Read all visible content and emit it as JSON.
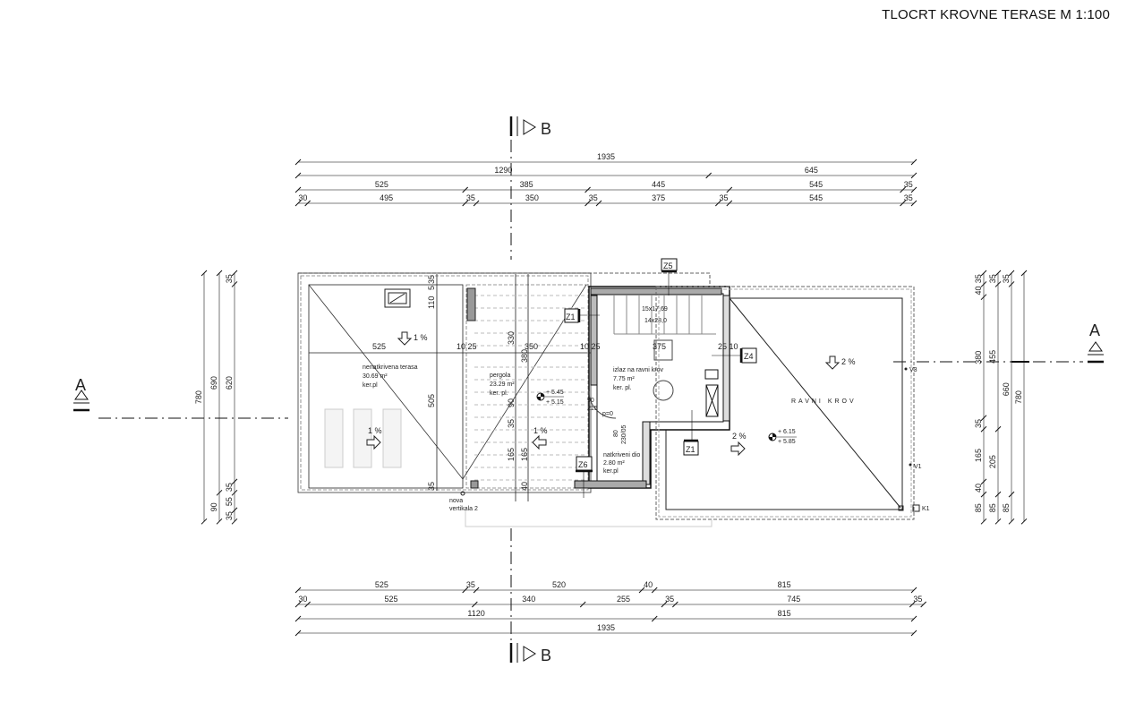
{
  "title": "TLOCRT KROVNE TERASE M 1:100",
  "section_marks": {
    "a": "A",
    "b": "B"
  },
  "dimensions": {
    "top": [
      [
        1935
      ],
      [
        1290,
        645
      ],
      [
        525,
        385,
        445,
        545,
        35
      ],
      [
        30,
        495,
        35,
        350,
        35,
        375,
        35,
        545,
        35
      ]
    ],
    "bottom": [
      [
        525,
        35,
        520,
        40,
        815
      ],
      [
        30,
        525,
        340,
        255,
        35,
        745,
        35
      ],
      [
        1120,
        815
      ],
      [
        1935
      ]
    ],
    "left": [
      [
        780
      ],
      [
        690,
        90
      ],
      [
        35,
        620,
        35,
        55,
        35
      ]
    ],
    "right": [
      [
        35,
        40,
        380,
        35,
        165,
        40,
        85
      ],
      [
        35,
        455,
        205,
        85
      ],
      [
        35,
        660,
        85
      ],
      [
        780
      ]
    ]
  },
  "interior_dims": {
    "d110": "110",
    "d5": "5",
    "d35a": "35",
    "d525": "525",
    "d1025a": "10 25",
    "d505": "505",
    "d35b": "35",
    "d330": "330",
    "d380": "380",
    "d350": "350",
    "d90": "90",
    "d1025b": "10 25",
    "d165a": "165",
    "d165b": "165",
    "d35c": "35",
    "d40a": "40",
    "d375": "375",
    "d2510": "25 10"
  },
  "rooms": {
    "terrace": {
      "name": "nenatkrivena terasa",
      "area": "30.69 m²",
      "floor": "ker.pl",
      "slope1": "1 %",
      "slope2": "1 %"
    },
    "pergola": {
      "name": "pergola",
      "area": "23.29 m²",
      "floor": "ker. pl.",
      "slope": "1 %",
      "level_top": "+ 5.45",
      "level_bottom": "+ 5.15"
    },
    "stair_exit": {
      "name": "izlaz na ravni krov",
      "area": "7.75 m²",
      "floor": "ker. pl.",
      "stairs1": "15x17,69",
      "stairs2": "14x28,0"
    },
    "covered": {
      "name": "natkriveni dio",
      "area": "2.80 m²",
      "floor": "ker.pl"
    },
    "flat_roof": {
      "name": "RAVNI KROV",
      "slope1": "2 %",
      "slope2": "2 %",
      "level_top": "+ 6.15",
      "level_bottom": "+ 5.85"
    }
  },
  "door": {
    "w": "90",
    "h": "215",
    "p": "p=0"
  },
  "window": {
    "w": "80",
    "h": "230/05"
  },
  "tags": {
    "z1a": "Z1",
    "z1b": "Z1",
    "z4": "Z4",
    "z5": "Z5",
    "z6": "Z6"
  },
  "vertical_pipes": {
    "v1": "V1",
    "v3": "V3",
    "k1": "K1",
    "nova": "nova",
    "vertikala": "vertikala 2"
  }
}
